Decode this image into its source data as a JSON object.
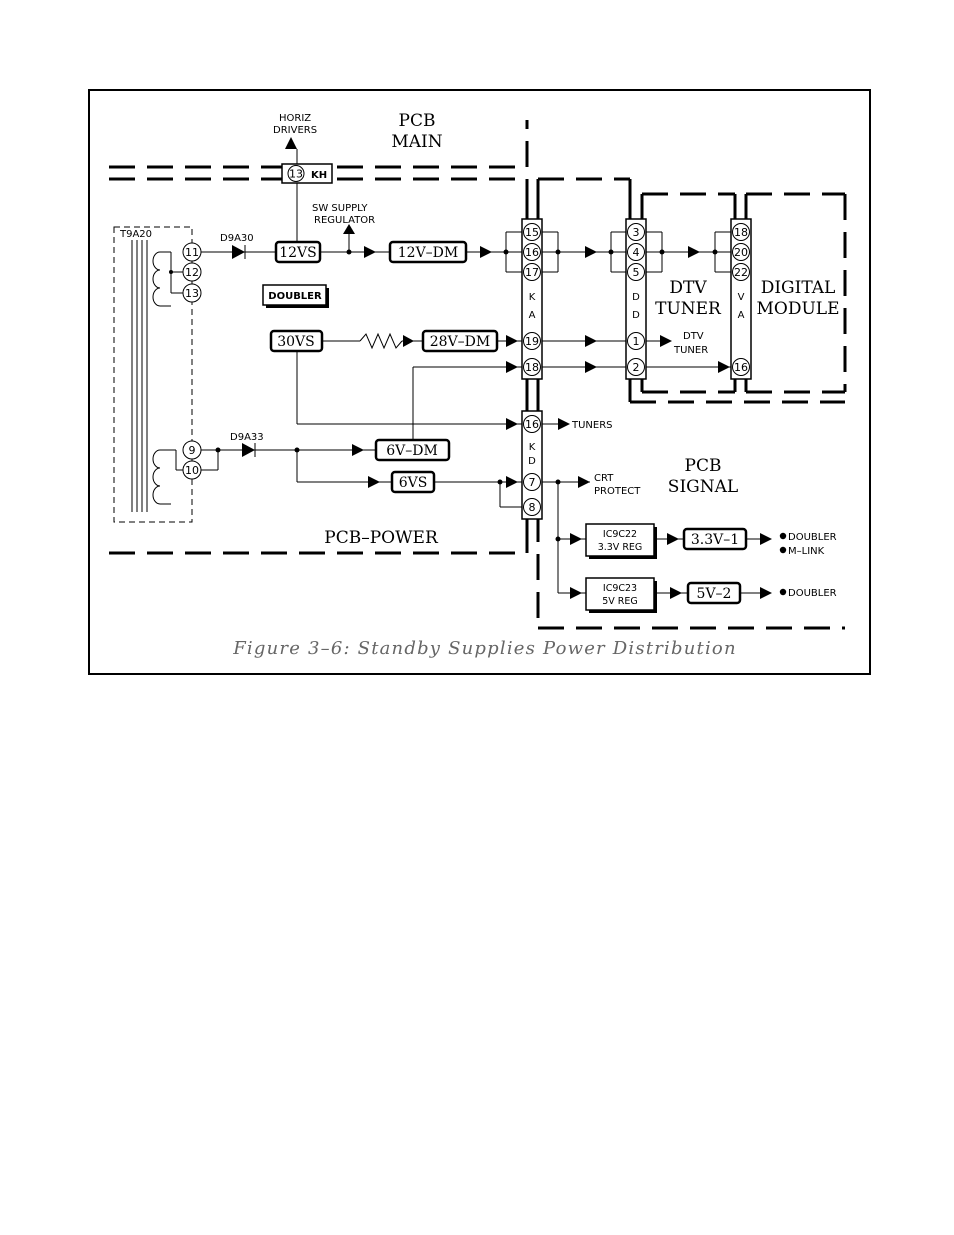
{
  "figure": {
    "caption": "Figure 3–6: Standby Supplies Power Distribution"
  },
  "regions": {
    "pcb_main": [
      "PCB",
      "MAIN"
    ],
    "pcb_power": "PCB–POWER",
    "pcb_signal": [
      "PCB",
      "SIGNAL"
    ],
    "dtv_tuner": [
      "DTV",
      "TUNER"
    ],
    "digital_module": [
      "DIGITAL",
      "MODULE"
    ]
  },
  "labels": {
    "horiz_drivers": [
      "HORIZ",
      "DRIVERS"
    ],
    "sw_supply_regulator": [
      "SW SUPPLY",
      "REGULATOR"
    ],
    "transformer": "T9A20",
    "diode_1": "D9A30",
    "diode_2": "D9A33",
    "dtv_tuner_small": [
      "DTV",
      "TUNER"
    ],
    "tuners": "TUNERS",
    "crt_protect": [
      "CRT",
      "PROTECT"
    ],
    "doubler_out_1": "DOUBLER",
    "m_link": "M–LINK",
    "doubler_out_2": "DOUBLER"
  },
  "supplies": {
    "s12vs": "12VS",
    "doubler": "DOUBLER",
    "s30vs": "30VS",
    "s12v_dm": "12V–DM",
    "s28v_dm": "28V–DM",
    "s6v_dm": "6V–DM",
    "s6vs": "6VS",
    "s33v_1": "3.3V–1",
    "s5v_2": "5V–2"
  },
  "regulators": {
    "ic9c22": [
      "IC9C22",
      "3.3V  REG"
    ],
    "ic9c23": [
      "IC9C23",
      "5V  REG"
    ]
  },
  "connectors": {
    "kh": {
      "name": "KH",
      "pins": [
        "13"
      ]
    },
    "ka": {
      "name": [
        "K",
        "A"
      ],
      "pins": [
        "15",
        "16",
        "17",
        "19",
        "18"
      ]
    },
    "kd": {
      "name": [
        "K",
        "D"
      ],
      "pins": [
        "16",
        "7",
        "8"
      ]
    },
    "dd": {
      "name": [
        "D",
        "D"
      ],
      "pins": [
        "3",
        "4",
        "5",
        "1",
        "2"
      ]
    },
    "va": {
      "name": [
        "V",
        "A"
      ],
      "pins": [
        "18",
        "20",
        "22",
        "16"
      ]
    },
    "t9a20": {
      "pins": [
        "11",
        "12",
        "13",
        "9",
        "10"
      ]
    }
  }
}
